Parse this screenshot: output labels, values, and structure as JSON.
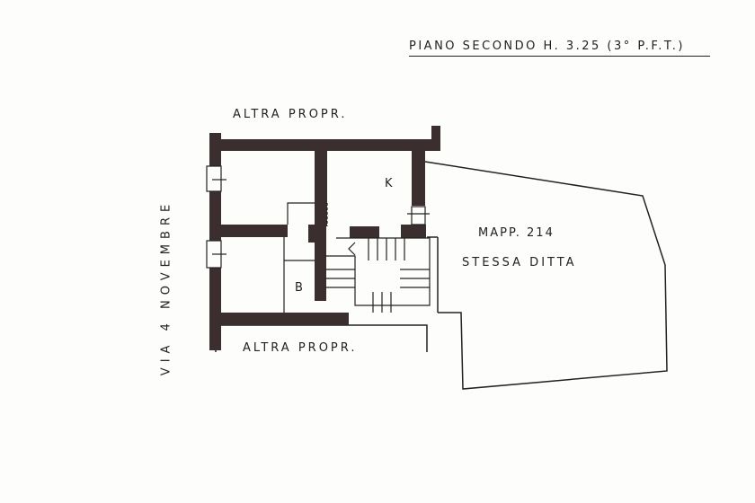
{
  "title": "PIANO SECONDO H. 3.25 (3° P.F.T.)",
  "labels": {
    "north_neighbor": "ALTRA PROPR.",
    "south_neighbor": "ALTRA PROPR.",
    "street": "VIA 4 NOVEMBRE",
    "parcel": "MAPP. 214",
    "parcel_owner": "STESSA DITTA",
    "room_k": "K",
    "room_b": "B"
  },
  "colors": {
    "wall": "#3a2e2e",
    "line": "#222222"
  }
}
